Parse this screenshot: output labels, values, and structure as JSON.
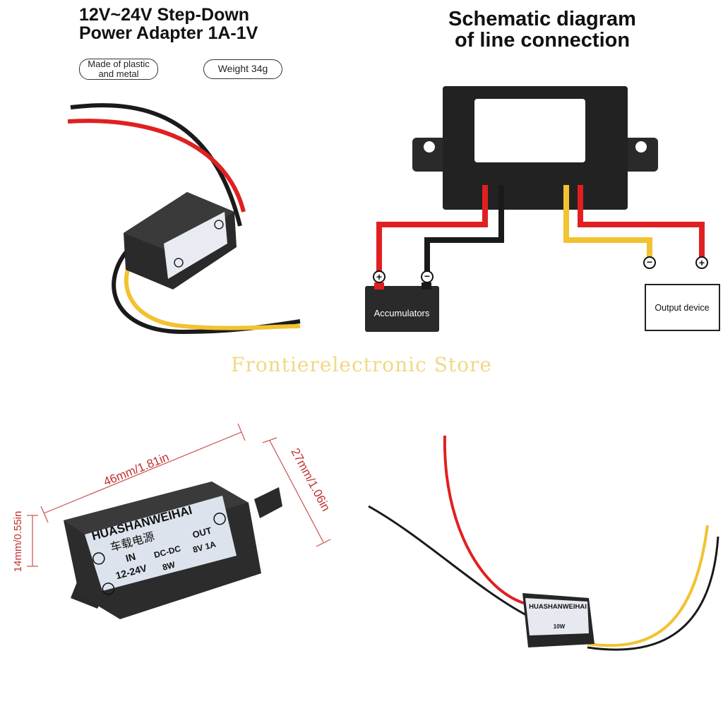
{
  "top_left": {
    "title_line1": "12V~24V Step-Down",
    "title_line2": "Power Adapter 1A-1V",
    "material_line1": "Made of plastic",
    "material_line2": "and metal",
    "weight": "Weight 34g"
  },
  "top_right": {
    "title_line1": "Schematic diagram",
    "title_line2": "of line connection",
    "battery_label": "Accumulators",
    "output_label": "Output device"
  },
  "bottom_left": {
    "dim_length": "46mm/1.81in",
    "dim_width": "27mm/1.06in",
    "dim_height": "14mm/0.55in",
    "label_brand": "HUASHANWEIHAI",
    "label_chinese": "车载电源",
    "label_in": "IN",
    "label_in_range": "12-24V",
    "label_type": "DC-DC",
    "label_power": "8W",
    "label_out": "OUT",
    "label_out_value": "8V 1A"
  },
  "bottom_right": {
    "label_brand": "HUASHANWEIHAI",
    "label_power": "10W"
  },
  "watermark": "Frontierelectronic  Store",
  "colors": {
    "wire_red": "#e02020",
    "wire_black": "#1a1a1a",
    "wire_yellow": "#f2c230",
    "module_body": "#2a2a2a",
    "watermark": "#eed478"
  }
}
